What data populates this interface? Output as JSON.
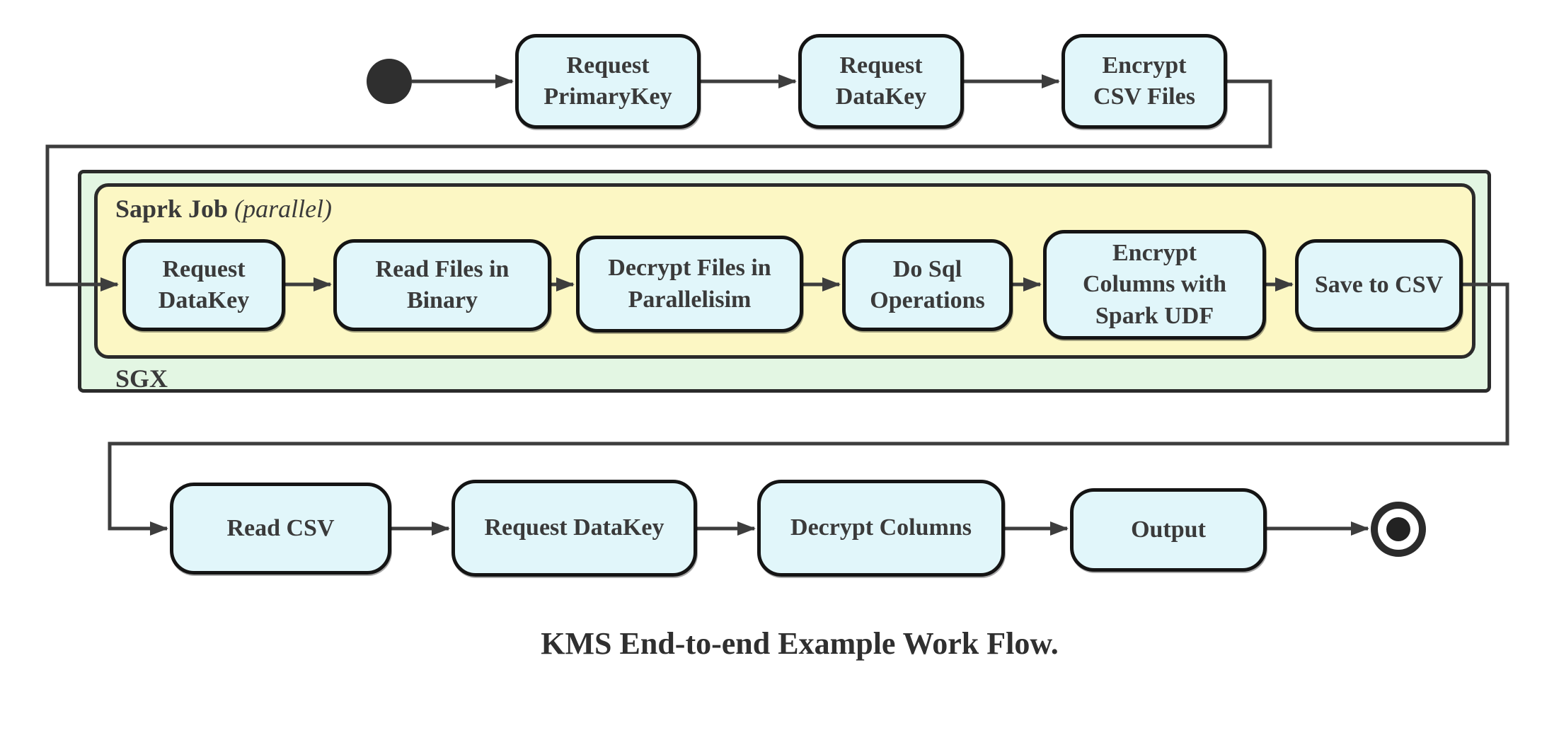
{
  "diagram": {
    "caption": "KMS End-to-end Example Work Flow.",
    "colors": {
      "node_fill": "#e1f6fa",
      "node_border": "#141414",
      "connector": "#3d3d3d",
      "sgx_container_fill": "#e3f6e3",
      "spark_container_fill": "#fcf7c4",
      "label_text": "#3a3a3a"
    },
    "start_node": {
      "name": "start"
    },
    "end_node": {
      "name": "end"
    },
    "top_row": [
      {
        "label": "Request\nPrimaryKey"
      },
      {
        "label": "Request\nDataKey"
      },
      {
        "label": "Encrypt\nCSV Files"
      }
    ],
    "sgx_container": {
      "label": "SGX",
      "spark_container": {
        "label_bold": "Saprk Job",
        "label_italic": "(parallel)",
        "nodes": [
          {
            "label": "Request\nDataKey"
          },
          {
            "label": "Read Files in\nBinary"
          },
          {
            "label": "Decrypt Files in\nParallelisim"
          },
          {
            "label": "Do Sql\nOperations"
          },
          {
            "label": "Encrypt\nColumns with\nSpark UDF"
          },
          {
            "label": "Save to CSV"
          }
        ]
      }
    },
    "bottom_row": [
      {
        "label": "Read CSV"
      },
      {
        "label": "Request DataKey"
      },
      {
        "label": "Decrypt Columns"
      },
      {
        "label": "Output"
      }
    ]
  }
}
